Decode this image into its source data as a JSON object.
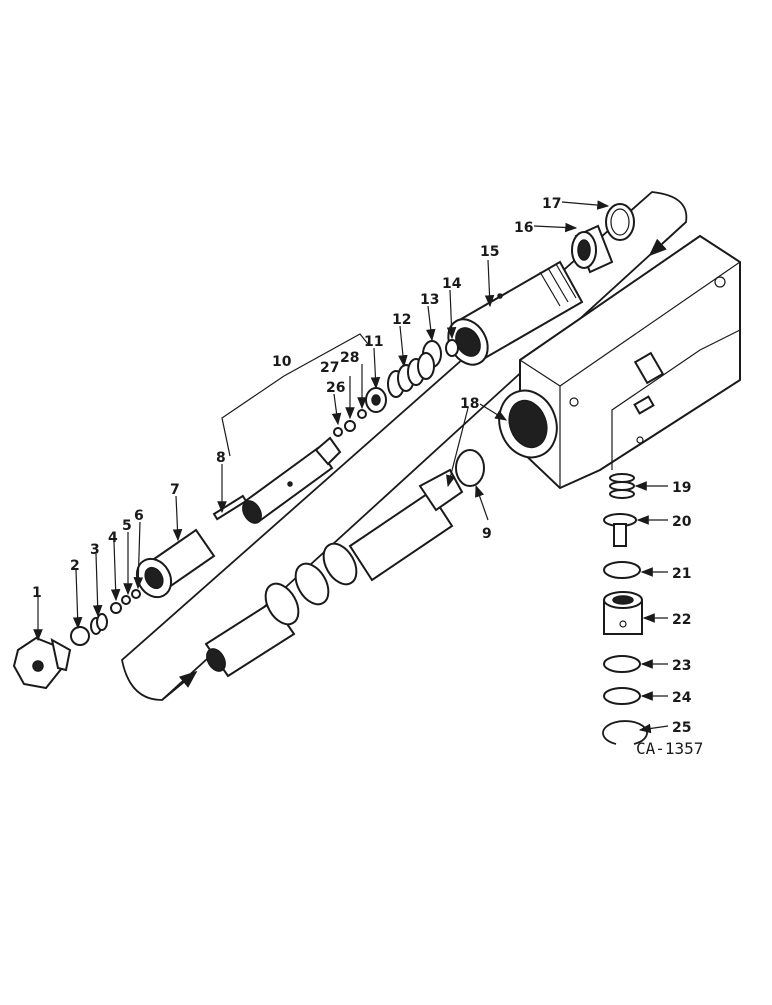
{
  "drawing_code": "CA-1357",
  "part_callouts": [
    "1",
    "2",
    "3",
    "4",
    "5",
    "6",
    "7",
    "8",
    "9",
    "10",
    "11",
    "12",
    "13",
    "14",
    "15",
    "16",
    "17",
    "18",
    "19",
    "20",
    "21",
    "22",
    "23",
    "24",
    "25",
    "26",
    "27",
    "28"
  ]
}
